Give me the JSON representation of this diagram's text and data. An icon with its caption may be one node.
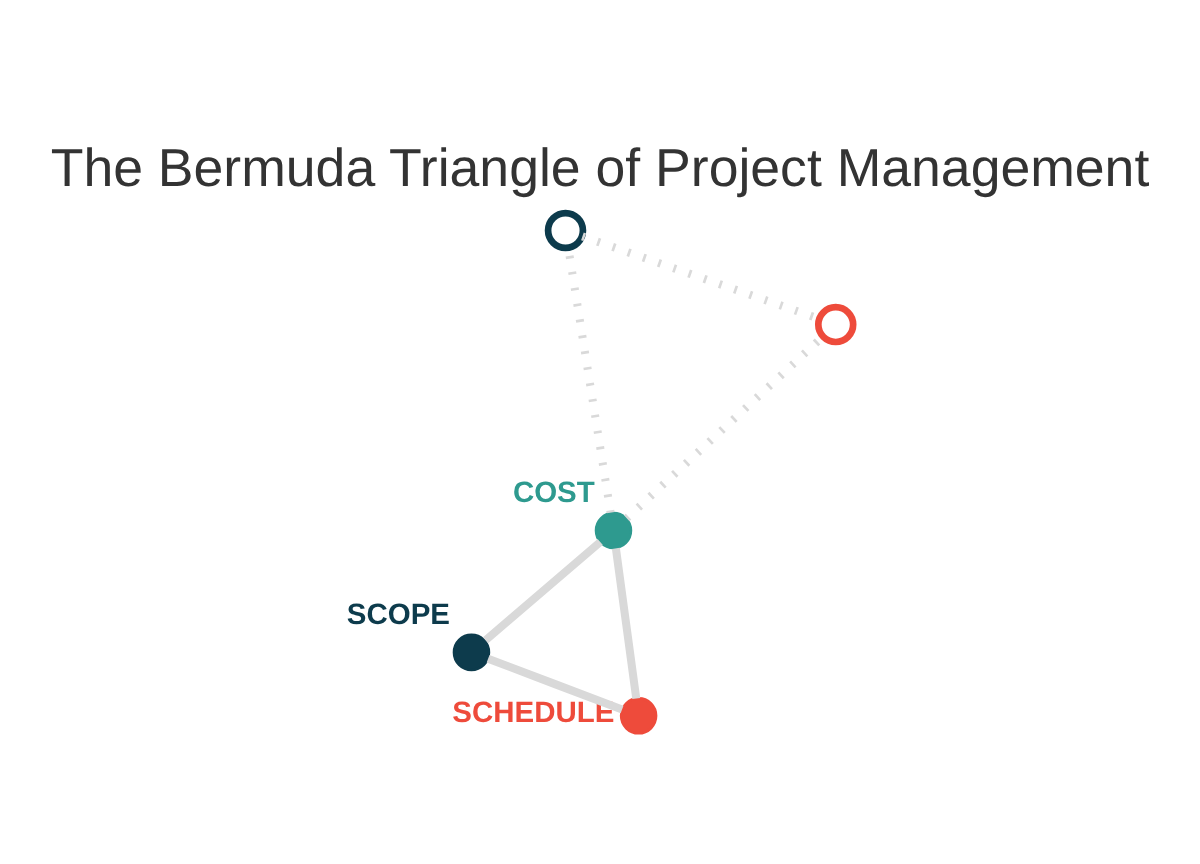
{
  "diagram": {
    "title": "The Bermuda Triangle of Project Management",
    "nodes": [
      {
        "text": [
          "SCOPE"
        ]
      },
      {
        "text": [
          "COST"
        ]
      },
      {
        "text": [
          "SCHEDULE"
        ]
      },
      {
        "text": [],
        "shape": "circle"
      },
      {
        "text": [],
        "shape": "circle"
      }
    ],
    "edges": [
      {
        "from": 0,
        "to": 1,
        "arrow": "none"
      },
      {
        "from": 0,
        "to": 2,
        "arrow": "none"
      },
      {
        "from": 1,
        "to": 2,
        "arrow": "none"
      },
      {
        "from": 1,
        "to": 3,
        "arrow": "none",
        "style": "dashed"
      },
      {
        "from": 3,
        "to": 4,
        "arrow": "none",
        "style": "dashed"
      },
      {
        "from": 1,
        "to": 4,
        "arrow": "none",
        "style": "dashed"
      }
    ]
  }
}
